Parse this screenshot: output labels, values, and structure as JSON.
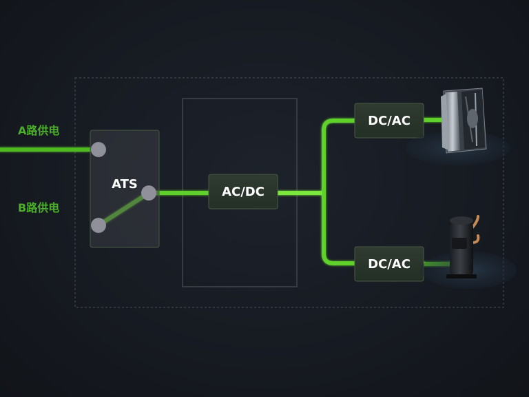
{
  "inputs": {
    "a_label": "A路供电",
    "b_label": "B路供电"
  },
  "ats": {
    "label": "ATS"
  },
  "rectifier": {
    "label": "AC/DC"
  },
  "inverters": [
    {
      "label": "DC/AC"
    },
    {
      "label": "DC/AC"
    }
  ],
  "loads": [
    {
      "icon": "fan-icon"
    },
    {
      "icon": "compressor-icon"
    }
  ],
  "colors": {
    "line_green": "#5fd12a",
    "label_green": "#4caf2a",
    "node_gray": "#8f9099",
    "box_border": "#3f4a3a",
    "frame_border": "#4a4f58"
  }
}
